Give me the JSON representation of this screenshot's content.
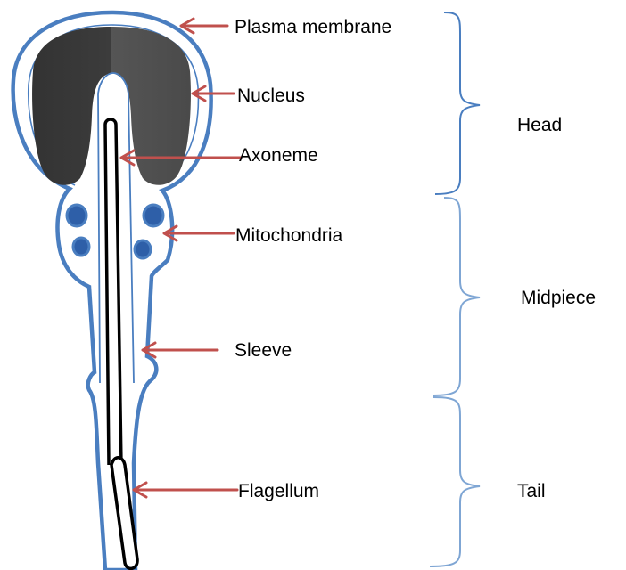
{
  "labels": {
    "plasma_membrane": "Plasma membrane",
    "nucleus": "Nucleus",
    "axoneme": "Axoneme",
    "mitochondria": "Mitochondria",
    "sleeve": "Sleeve",
    "flagellum": "Flagellum"
  },
  "regions": {
    "head": "Head",
    "midpiece": "Midpiece",
    "tail": "Tail"
  },
  "colors": {
    "membrane": "#4a7ec0",
    "nucleus": "#3a3a3a",
    "mitochondria": "#2e5fa8",
    "arrow": "#c0504d",
    "bracket_head": "#4a7ec0",
    "bracket_other": "#7fa6d4",
    "axoneme": "#000000"
  }
}
